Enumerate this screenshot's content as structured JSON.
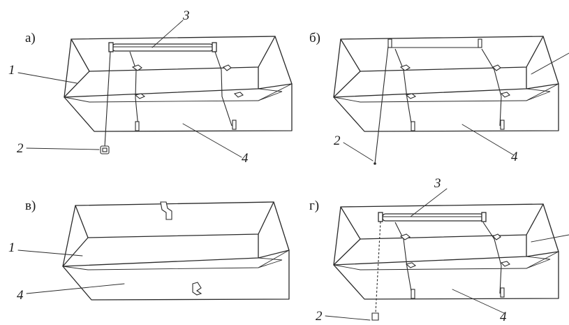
{
  "panels": {
    "a": {
      "label": "а)",
      "callouts": {
        "n1": "1",
        "n2": "2",
        "n3": "3",
        "n4": "4"
      }
    },
    "b": {
      "label": "б)",
      "callouts": {
        "n2": "2",
        "n4": "4"
      }
    },
    "v": {
      "label": "в)",
      "callouts": {
        "n1": "1",
        "n4": "4"
      }
    },
    "g": {
      "label": "г)",
      "callouts": {
        "n2": "2",
        "n3": "3",
        "n4": "4"
      }
    }
  }
}
